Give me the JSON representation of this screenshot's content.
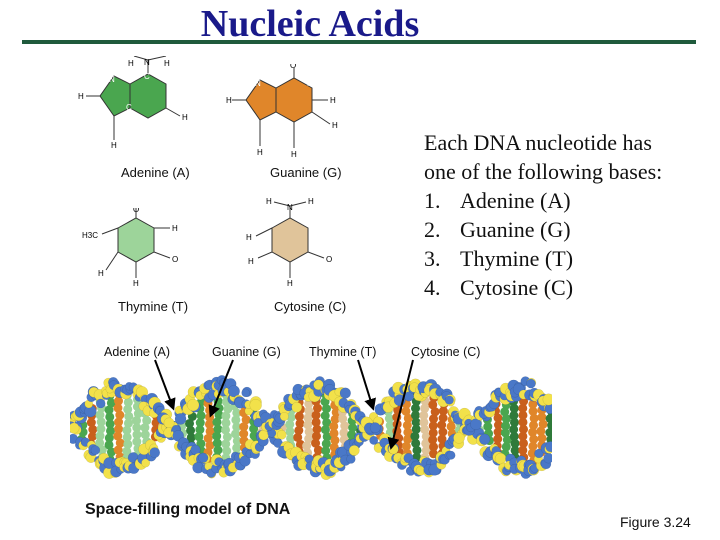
{
  "slide": {
    "title": "Nucleic Acids",
    "intro_line1": "Each DNA nucleotide has",
    "intro_line2": "one of the following bases:",
    "bases_list": [
      {
        "num": "1.",
        "text": "Adenine (A)"
      },
      {
        "num": "2.",
        "text": "Guanine (G)"
      },
      {
        "num": "3.",
        "text": "Thymine (T)"
      },
      {
        "num": "4.",
        "text": "Cytosine (C)"
      }
    ],
    "structure_labels": {
      "adenine": "Adenine (A)",
      "guanine": "Guanine (G)",
      "thymine": "Thymine (T)",
      "cytosine": "Cytosine (C)"
    },
    "model_labels": {
      "adenine": "Adenine (A)",
      "guanine": "Guanine (G)",
      "thymine": "Thymine (T)",
      "cytosine": "Cytosine (C)"
    },
    "caption": "Space-filling model of DNA",
    "figure": "Figure 3.24"
  },
  "atoms": {
    "H": "H",
    "N": "N",
    "C": "C",
    "O": "O",
    "CH3": "H3C"
  },
  "colors": {
    "title": "#1a1a8a",
    "rule": "#1f5a3c",
    "adenine": "#4aa64f",
    "guanine": "#e0862a",
    "thymine": "#9dd49a",
    "cytosine": "#e0c49a",
    "backbone_blue": "#4a78c8",
    "backbone_yellow": "#f2e14a"
  }
}
